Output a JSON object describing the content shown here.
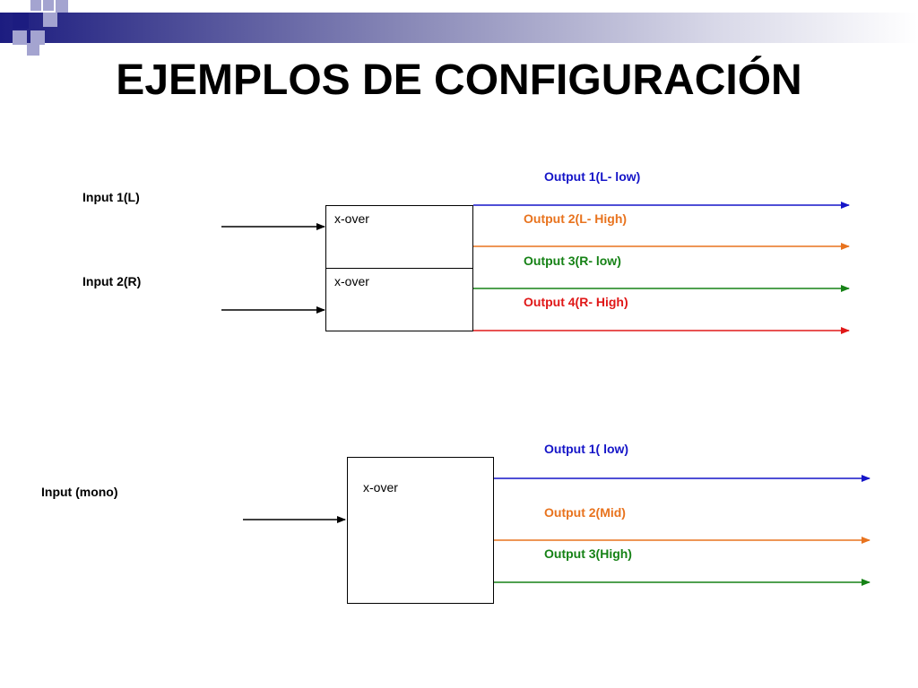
{
  "title": "EJEMPLOS DE CONFIGURACIÓN",
  "colors": {
    "header_dark": "#1c1c80",
    "logo_light": "#a4a4d0",
    "blue": "#1515c8",
    "orange": "#e8731e",
    "green": "#168216",
    "red": "#e01818"
  },
  "stereo": {
    "inputs": [
      "Input 1(L)",
      "Input 2(R)"
    ],
    "blocks": [
      "x-over",
      "x-over"
    ],
    "outputs": [
      "Output 1(L- low)",
      "Output 2(L- High)",
      "Output 3(R- low)",
      "Output 4(R- High)"
    ]
  },
  "mono": {
    "input": "Input (mono)",
    "block": "x-over",
    "outputs": [
      "Output 1( low)",
      "Output 2(Mid)",
      "Output 3(High)"
    ]
  }
}
